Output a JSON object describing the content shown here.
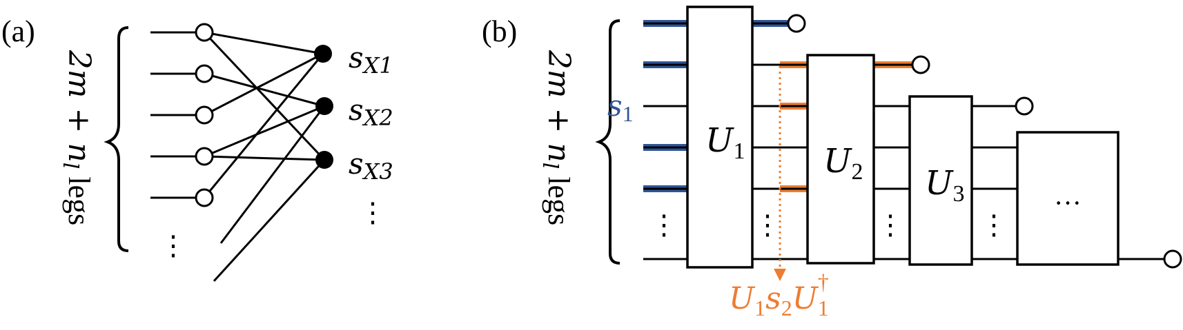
{
  "panel_a": {
    "label": "(a)",
    "brace_label_main": "2m + n",
    "brace_label_sub": "l",
    "brace_label_tail": " legs",
    "vertical_dots": "⋮",
    "outputs": [
      {
        "base": "s",
        "sub": "X1"
      },
      {
        "base": "s",
        "sub": "X2"
      },
      {
        "base": "s",
        "sub": "X3"
      }
    ],
    "outputs_more": "⋮"
  },
  "panel_b": {
    "label": "(b)",
    "brace_label_main": "2m + n",
    "brace_label_sub": "l",
    "brace_label_tail": " legs",
    "s1_label": {
      "base": "s",
      "sub": "1"
    },
    "unitaries": [
      {
        "base": "U",
        "sub": "1"
      },
      {
        "base": "U",
        "sub": "2"
      },
      {
        "base": "U",
        "sub": "3"
      }
    ],
    "last_box_label": "···",
    "vertical_dots": "⋮",
    "expression": {
      "u": "U",
      "u_sub": "1",
      "s": "s",
      "s_sub": "2",
      "u2": "U",
      "u2_sub": "1",
      "u2_sup": "†"
    },
    "colors": {
      "blue": "#2f5597",
      "orange": "#ed7d31",
      "ink": "#000000"
    }
  }
}
